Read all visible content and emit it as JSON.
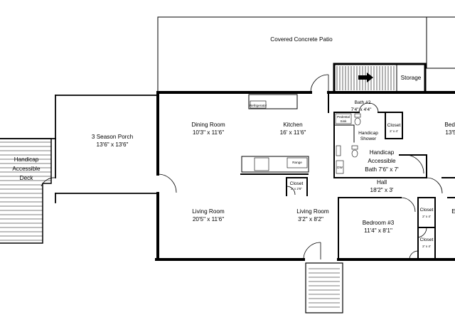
{
  "rooms": {
    "patio": {
      "name": "Covered Concrete Patio"
    },
    "storage": {
      "name": "Storage"
    },
    "kitchen": {
      "name": "Kitchen",
      "dims": "16' x 11'6\""
    },
    "bath2": {
      "name": "Bath #2",
      "dims": "7'4\" x 4'4\""
    },
    "bedroom_top_right": {
      "name": "Bedr",
      "dims": "13'5"
    },
    "dining": {
      "name": "Dining Room",
      "dims": "10'3\" x 11'6\""
    },
    "porch": {
      "name": "3 Season Porch",
      "dims": "13'6\" x 13'6\""
    },
    "deck": {
      "line1": "Handicap",
      "line2": "Accessible",
      "line3": "Deck"
    },
    "handicap_bath": {
      "line1": "Handicap",
      "line2": "Accessible",
      "line3": "Bath 7'6\" x 7'"
    },
    "hall": {
      "name": "Hall",
      "dims": "18'2\" x 3'"
    },
    "living1": {
      "name": "Living Room",
      "dims": "20'5\" x 11'6\""
    },
    "living2": {
      "name": "Living Room",
      "dims": "3'2\" x 8'2\""
    },
    "bedroom3": {
      "name": "Bedroom #3",
      "dims": "11'4\" x 8'1\""
    },
    "right_edge": {
      "label": "E"
    }
  },
  "fixtures": {
    "refrigerator": "Refrigerator",
    "range": "Range",
    "pedestal_sink_line1": "Pedestal",
    "pedestal_sink_line2": "Sink",
    "handicap_shower_line1": "Handicap",
    "handicap_shower_line2": "Shower",
    "dw": "DW"
  },
  "closets": {
    "bath_closet": {
      "name": "Closet",
      "dims": "2' x 4'"
    },
    "living_closet": {
      "name": "Closet",
      "dims": "2' x 2'6\""
    },
    "closet_right_a": {
      "name": "Closet",
      "dims": "2' x 4'"
    },
    "closet_right_b": {
      "name": "Closet",
      "dims": "2' x 4'"
    }
  }
}
